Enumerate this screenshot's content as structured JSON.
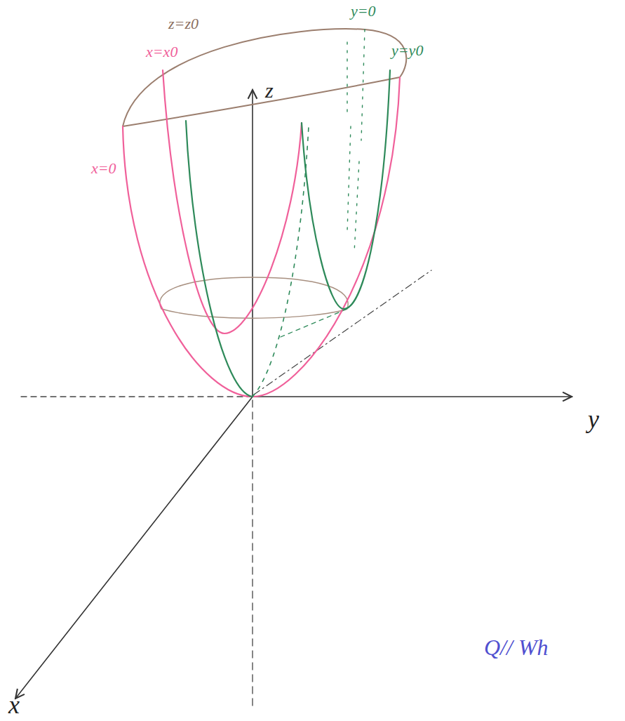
{
  "diagram": {
    "labels": [
      "z=z0",
      "y=0",
      "y=y0",
      "x=x0",
      "x=0",
      "z",
      "y",
      "x",
      "Q// Wh"
    ]
  }
}
